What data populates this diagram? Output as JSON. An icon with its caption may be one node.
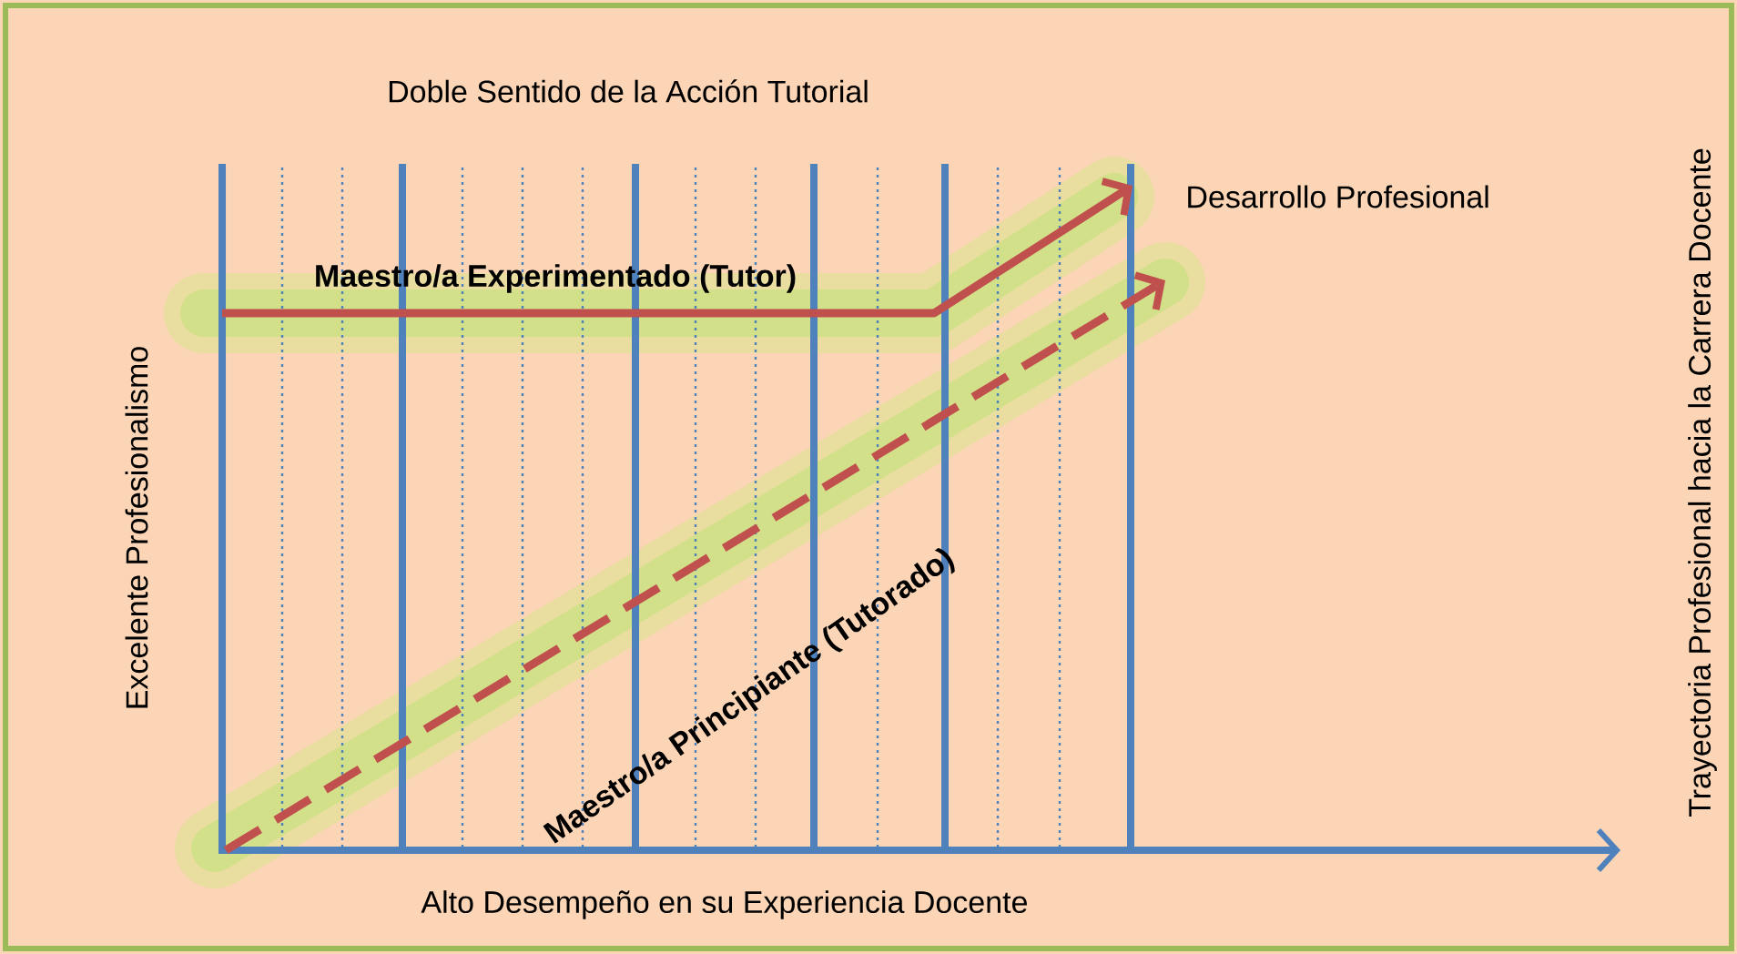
{
  "diagram": {
    "title": "Doble Sentido de la Acción Tutorial",
    "labels": [
      "Desarrollo Profesional",
      "Maestro/a Experimentado (Tutor)",
      "Trayectoria Profesional hacia la Carrera Docente",
      "Excelente Profesionalismo",
      "Maestro/a Principiante (Tutorado)",
      "Alto Desempeño en su Experiencia Docente"
    ]
  }
}
